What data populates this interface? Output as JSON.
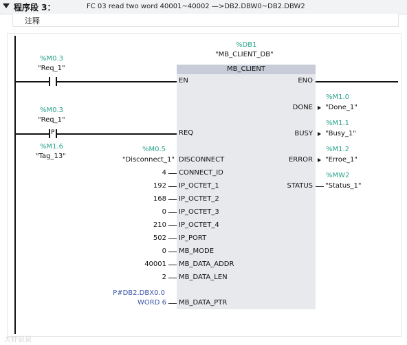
{
  "segment": {
    "title": "程序段 3：",
    "description": "FC 03 read two word  40001~40002 —>DB2.DBW0~DB2.DBW2",
    "comment": "注释"
  },
  "block": {
    "instance_addr": "%DB1",
    "instance_name": "\"MB_CLIENT_DB\"",
    "type": "MB_CLIENT"
  },
  "contacts": {
    "en_contact": {
      "addr": "%M0.3",
      "name": "\"Req_1\""
    },
    "req_contact": {
      "addr": "%M0.3",
      "name": "\"Req_1\"",
      "symbol": "P"
    },
    "edge_memory": {
      "addr": "%M1.6",
      "name": "\"Tag_13\""
    }
  },
  "inputs": [
    {
      "pin": "EN",
      "addr": "",
      "value": ""
    },
    {
      "pin": "REQ",
      "addr": "",
      "value": ""
    },
    {
      "pin": "DISCONNECT",
      "addr": "%M0.5",
      "value": "\"Disconnect_1\""
    },
    {
      "pin": "CONNECT_ID",
      "addr": "",
      "value": "4"
    },
    {
      "pin": "IP_OCTET_1",
      "addr": "",
      "value": "192"
    },
    {
      "pin": "IP_OCTET_2",
      "addr": "",
      "value": "168"
    },
    {
      "pin": "IP_OCTET_3",
      "addr": "",
      "value": "0"
    },
    {
      "pin": "IP_OCTET_4",
      "addr": "",
      "value": "210"
    },
    {
      "pin": "IP_PORT",
      "addr": "",
      "value": "502"
    },
    {
      "pin": "MB_MODE",
      "addr": "",
      "value": "0"
    },
    {
      "pin": "MB_DATA_ADDR",
      "addr": "",
      "value": "40001"
    },
    {
      "pin": "MB_DATA_LEN",
      "addr": "",
      "value": "2"
    },
    {
      "pin": "MB_DATA_PTR",
      "addr": "P#DB2.DBX0.0",
      "value": "WORD 6"
    }
  ],
  "outputs": [
    {
      "pin": "ENO",
      "addr": "",
      "value": ""
    },
    {
      "pin": "DONE",
      "addr": "%M1.0",
      "value": "\"Done_1\""
    },
    {
      "pin": "BUSY",
      "addr": "%M1.1",
      "value": "\"Busy_1\""
    },
    {
      "pin": "ERROR",
      "addr": "%M1.2",
      "value": "\"Erroe_1\""
    },
    {
      "pin": "STATUS",
      "addr": "%MW2",
      "value": "\"Status_1\""
    }
  ],
  "watermark": "大虾说说",
  "colors": {
    "accent": "#2aa28b",
    "block_bg": "#e8e9ed",
    "block_title": "#c7ccd8"
  }
}
